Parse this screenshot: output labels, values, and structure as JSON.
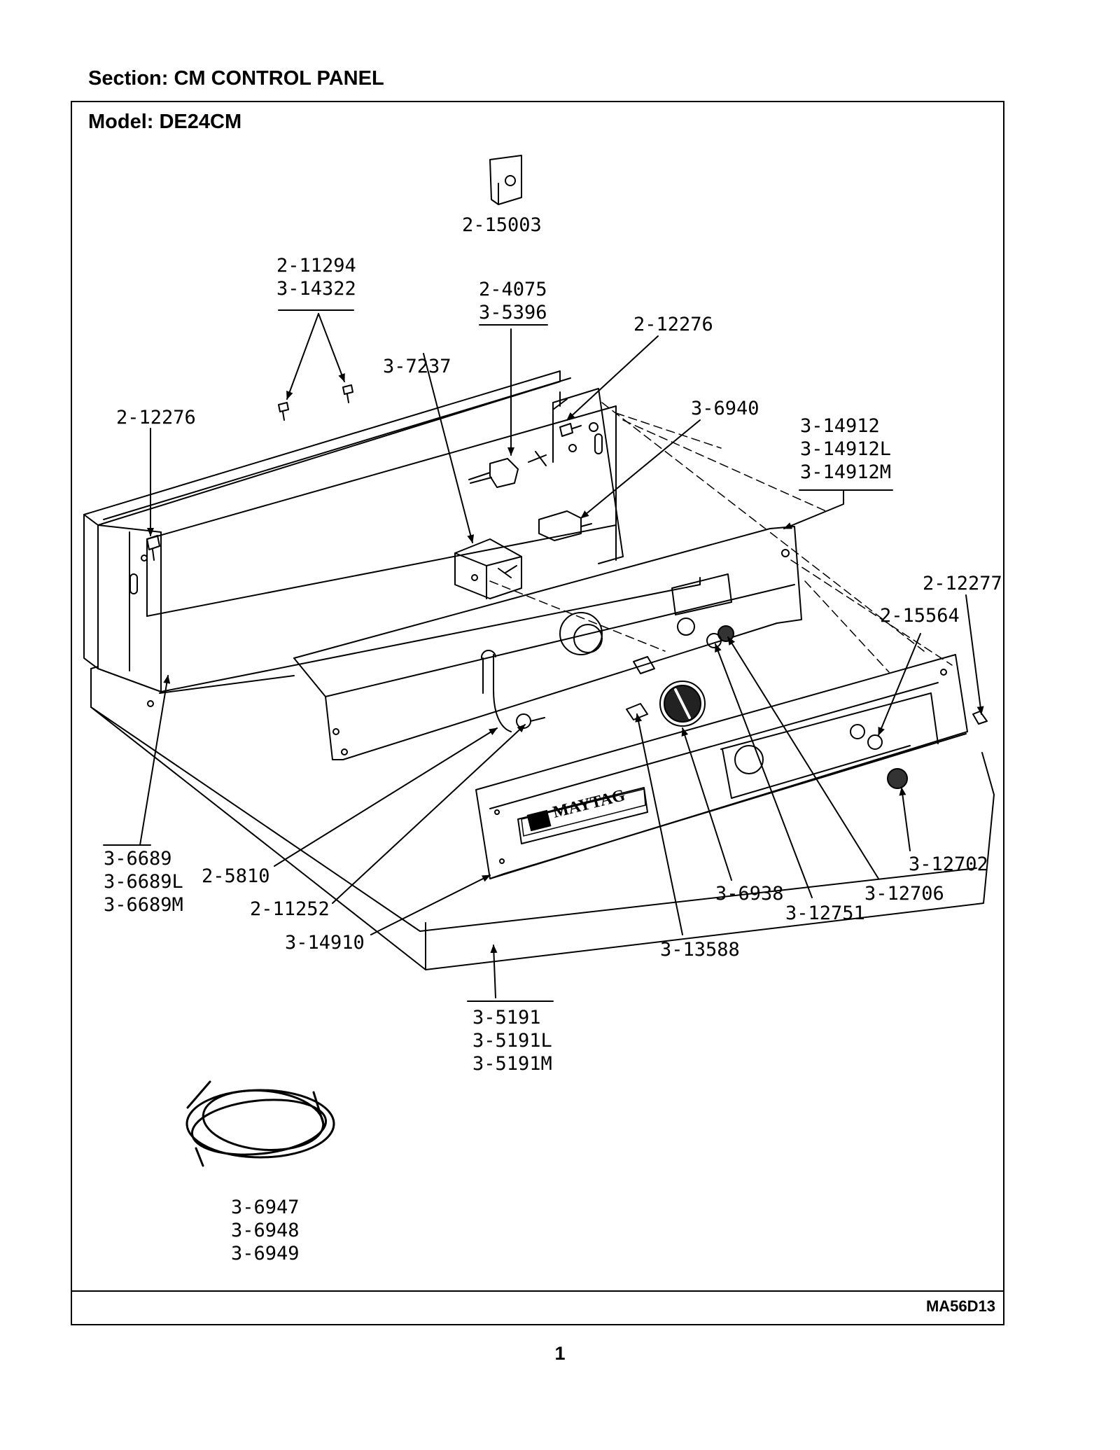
{
  "section": "Section:  CM CONTROL PANEL",
  "model": "Model:  DE24CM",
  "doc_code": "MA56D13",
  "page_number": "1",
  "logo_text": "MAYTAG",
  "callouts": [
    {
      "id": "c1",
      "lines": [
        "2-15003"
      ]
    },
    {
      "id": "c2",
      "lines": [
        "2-11294",
        "3-14322"
      ]
    },
    {
      "id": "c3",
      "lines": [
        "2-4075",
        "3-5396"
      ]
    },
    {
      "id": "c4",
      "lines": [
        "3-7237"
      ]
    },
    {
      "id": "c5",
      "lines": [
        "2-12276"
      ]
    },
    {
      "id": "c6",
      "lines": [
        "2-12276"
      ]
    },
    {
      "id": "c7",
      "lines": [
        "3-6940"
      ]
    },
    {
      "id": "c8",
      "lines": [
        "3-14912",
        "3-14912L",
        "3-14912M"
      ]
    },
    {
      "id": "c9",
      "lines": [
        "2-12277"
      ]
    },
    {
      "id": "c10",
      "lines": [
        "2-15564"
      ]
    },
    {
      "id": "c11",
      "lines": [
        "3-6689",
        "3-6689L",
        "3-6689M"
      ]
    },
    {
      "id": "c12",
      "lines": [
        "2-5810"
      ]
    },
    {
      "id": "c13",
      "lines": [
        "2-11252"
      ]
    },
    {
      "id": "c14",
      "lines": [
        "3-14910"
      ]
    },
    {
      "id": "c15",
      "lines": [
        "3-12702"
      ]
    },
    {
      "id": "c16",
      "lines": [
        "3-6938"
      ]
    },
    {
      "id": "c17",
      "lines": [
        "3-12706"
      ]
    },
    {
      "id": "c18",
      "lines": [
        "3-12751"
      ]
    },
    {
      "id": "c19",
      "lines": [
        "3-13588"
      ]
    },
    {
      "id": "c20",
      "lines": [
        "3-5191",
        "3-5191L",
        "3-5191M"
      ]
    },
    {
      "id": "c21",
      "lines": [
        "3-6947",
        "3-6948",
        "3-6949"
      ]
    }
  ]
}
